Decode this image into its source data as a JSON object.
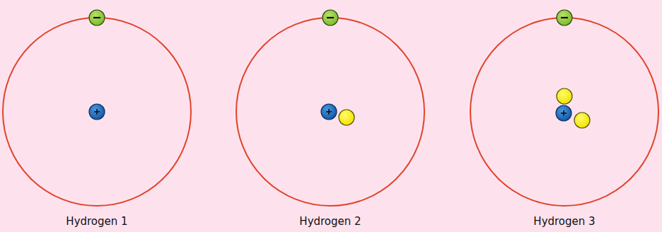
{
  "diagram": {
    "labels": [
      "Hydrogen 1",
      "Hydrogen 2",
      "Hydrogen 3"
    ]
  }
}
